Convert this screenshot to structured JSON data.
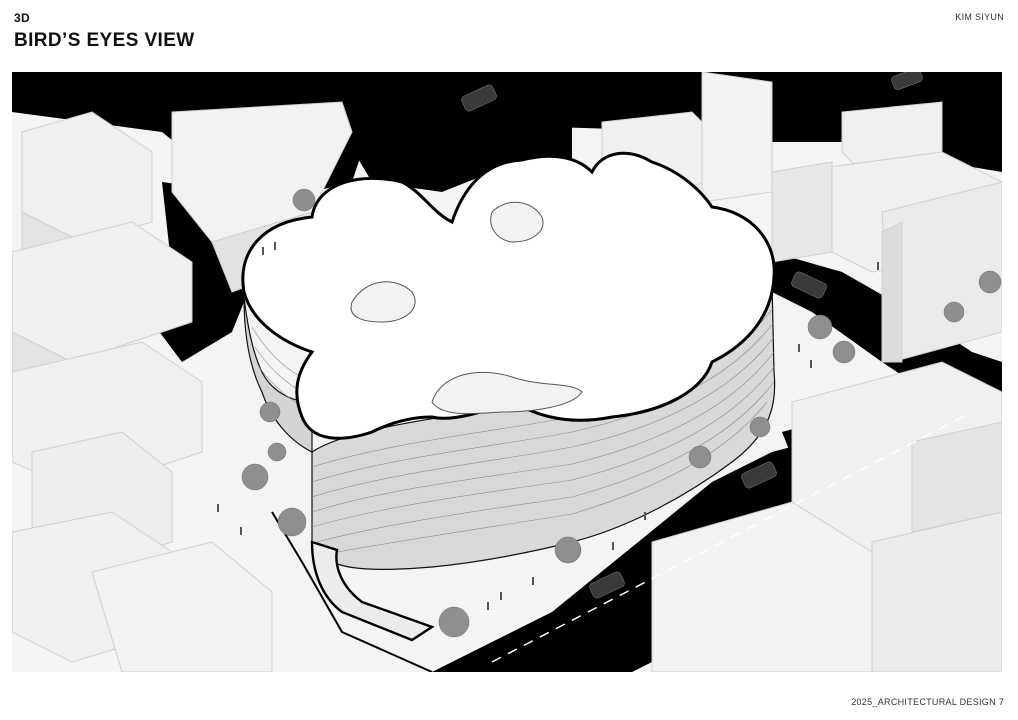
{
  "header": {
    "category": "3D",
    "title": "BIRD’S EYES VIEW",
    "author": "KIM SIYUN"
  },
  "footer": {
    "course": "2025_ARCHITECTURAL DESIGN 7"
  },
  "colors": {
    "road": "#000000",
    "block": "#f2f2f2",
    "block_shade": "#e2e2e2",
    "building_roof": "#ffffff",
    "ground": "#f4f4f4"
  }
}
